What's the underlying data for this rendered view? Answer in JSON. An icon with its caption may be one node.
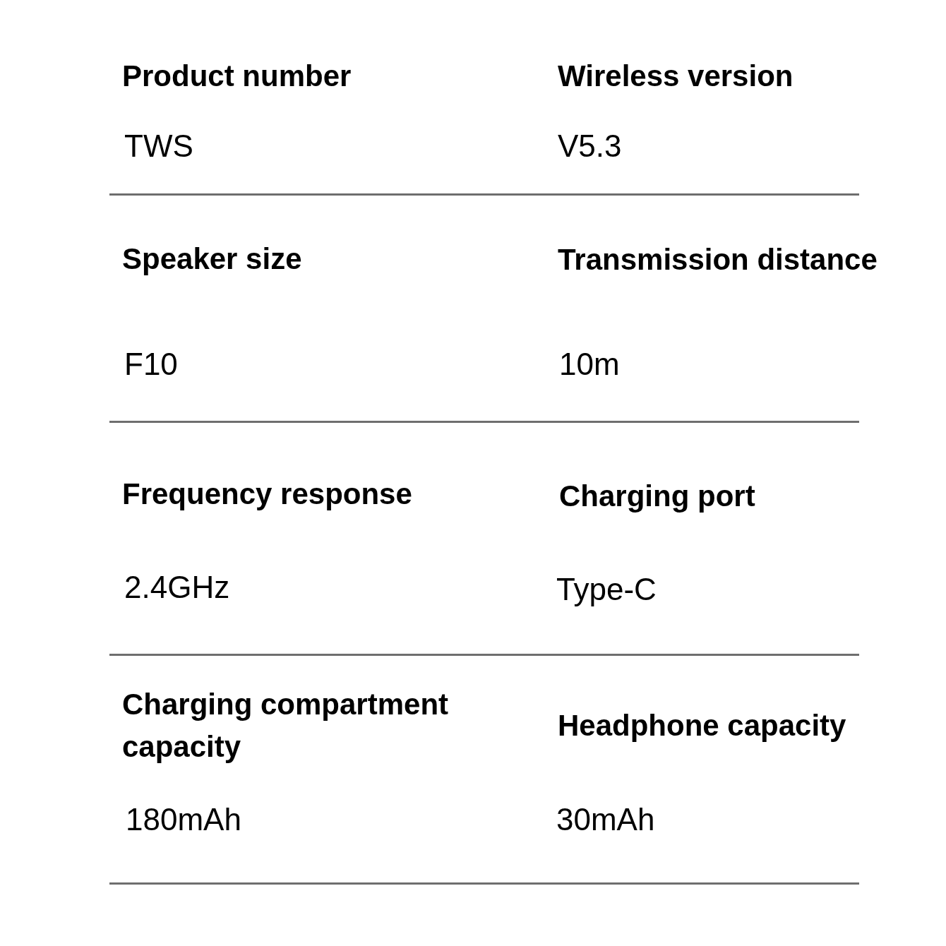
{
  "diagram": {
    "labels": [
      "Product number",
      "Wireless version",
      "TWS",
      "V5.3",
      "Speaker size",
      "Transmission distance",
      "F10",
      "10m",
      "Frequency response",
      "Charging port",
      "2.4GHz",
      "Type-C",
      "Charging compartment capacity",
      "Headphone capacity",
      "180mAh",
      "30mAh"
    ]
  }
}
